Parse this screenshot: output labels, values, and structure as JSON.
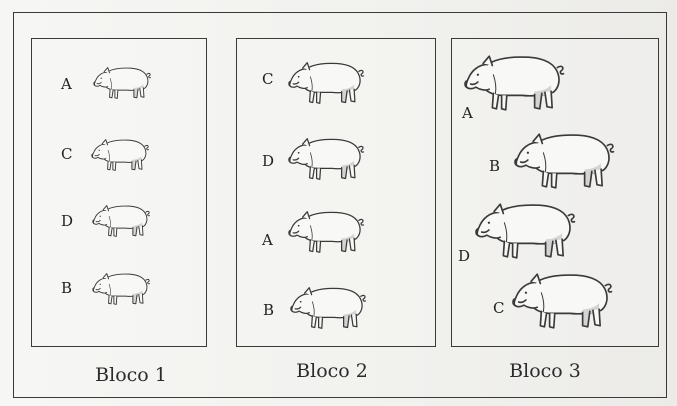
{
  "blocks": [
    {
      "caption": "Bloco 1",
      "pigs": [
        {
          "label": "A"
        },
        {
          "label": "C"
        },
        {
          "label": "D"
        },
        {
          "label": "B"
        }
      ]
    },
    {
      "caption": "Bloco 2",
      "pigs": [
        {
          "label": "C"
        },
        {
          "label": "D"
        },
        {
          "label": "A"
        },
        {
          "label": "B"
        }
      ]
    },
    {
      "caption": "Bloco 3",
      "pigs": [
        {
          "label": "A"
        },
        {
          "label": "B"
        },
        {
          "label": "D"
        },
        {
          "label": "C"
        }
      ]
    }
  ],
  "icons": {
    "animal": "pig-icon"
  },
  "colors": {
    "line": "#3a3a3a",
    "pig_fill": "#f8f8f6",
    "pig_shade": "#cfcfcf"
  }
}
